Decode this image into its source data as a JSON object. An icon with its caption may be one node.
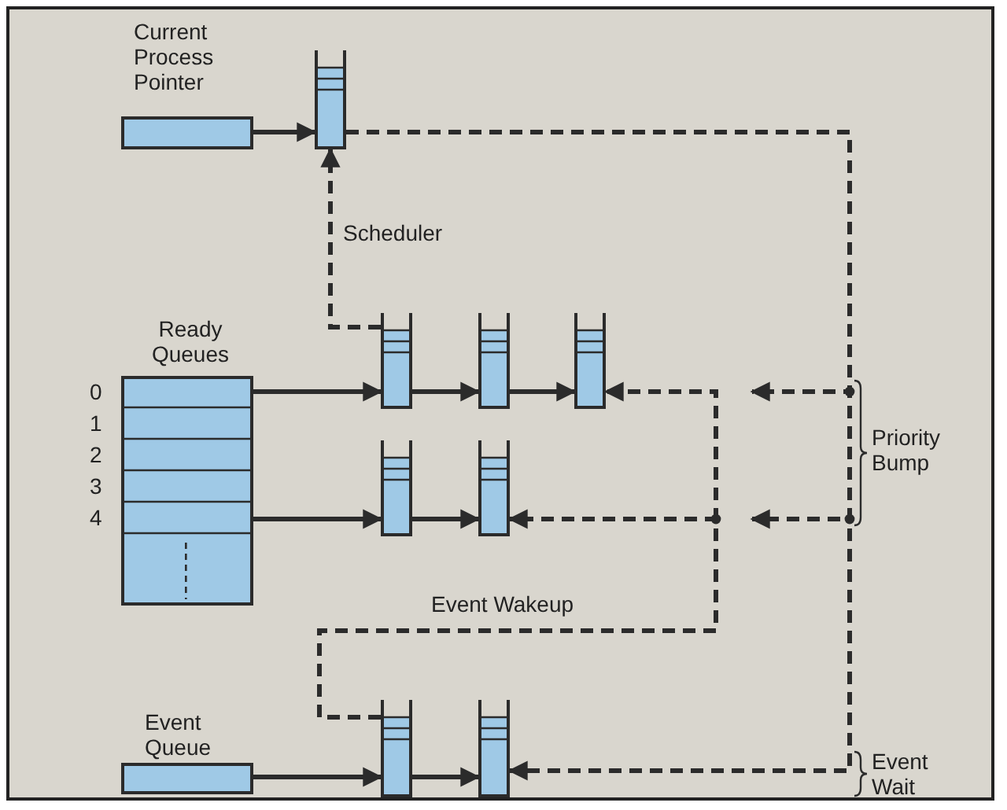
{
  "diagram": {
    "nodes": [
      {
        "text": [
          "Current Process Pointer"
        ]
      },
      {
        "text": [],
        "shape": "stack"
      },
      {
        "text": [
          "Ready Queues"
        ],
        "beside": [
          "0",
          "1",
          "2",
          "3",
          "4"
        ]
      },
      {
        "text": [],
        "shape": "stack"
      },
      {
        "text": [],
        "shape": "stack"
      },
      {
        "text": [],
        "shape": "stack"
      },
      {
        "text": [],
        "shape": "stack"
      },
      {
        "text": [],
        "shape": "stack"
      },
      {
        "text": [
          "Event Queue"
        ]
      },
      {
        "text": [],
        "shape": "stack"
      },
      {
        "text": [],
        "shape": "stack"
      }
    ],
    "edges": [
      {
        "from": 0,
        "to": 1,
        "arrow": "to"
      },
      {
        "from": 2,
        "to": 3,
        "arrow": "to"
      },
      {
        "from": 3,
        "to": 4,
        "arrow": "to"
      },
      {
        "from": 4,
        "to": 5,
        "arrow": "to"
      },
      {
        "from": 2,
        "to": 6,
        "arrow": "to"
      },
      {
        "from": 6,
        "to": 7,
        "arrow": "to"
      },
      {
        "from": 8,
        "to": 9,
        "arrow": "to"
      },
      {
        "from": 9,
        "to": 10,
        "arrow": "to"
      },
      {
        "from": 3,
        "to": 1,
        "arrow": "to",
        "style": "dashed",
        "label": "Scheduler"
      },
      {
        "from": 1,
        "to": 10,
        "arrow": "to",
        "style": "dashed"
      },
      {
        "from": 1,
        "to": null,
        "arrow": "to",
        "style": "dashed"
      },
      {
        "from": 1,
        "to": null,
        "arrow": "to",
        "style": "dashed"
      },
      {
        "from": 9,
        "to": 5,
        "arrow": "to",
        "style": "dashed",
        "label": "Event Wakeup"
      },
      {
        "from": 9,
        "to": 7,
        "arrow": "to",
        "style": "dashed"
      }
    ],
    "labels": [
      "Priority Bump",
      "Event Wait"
    ]
  }
}
